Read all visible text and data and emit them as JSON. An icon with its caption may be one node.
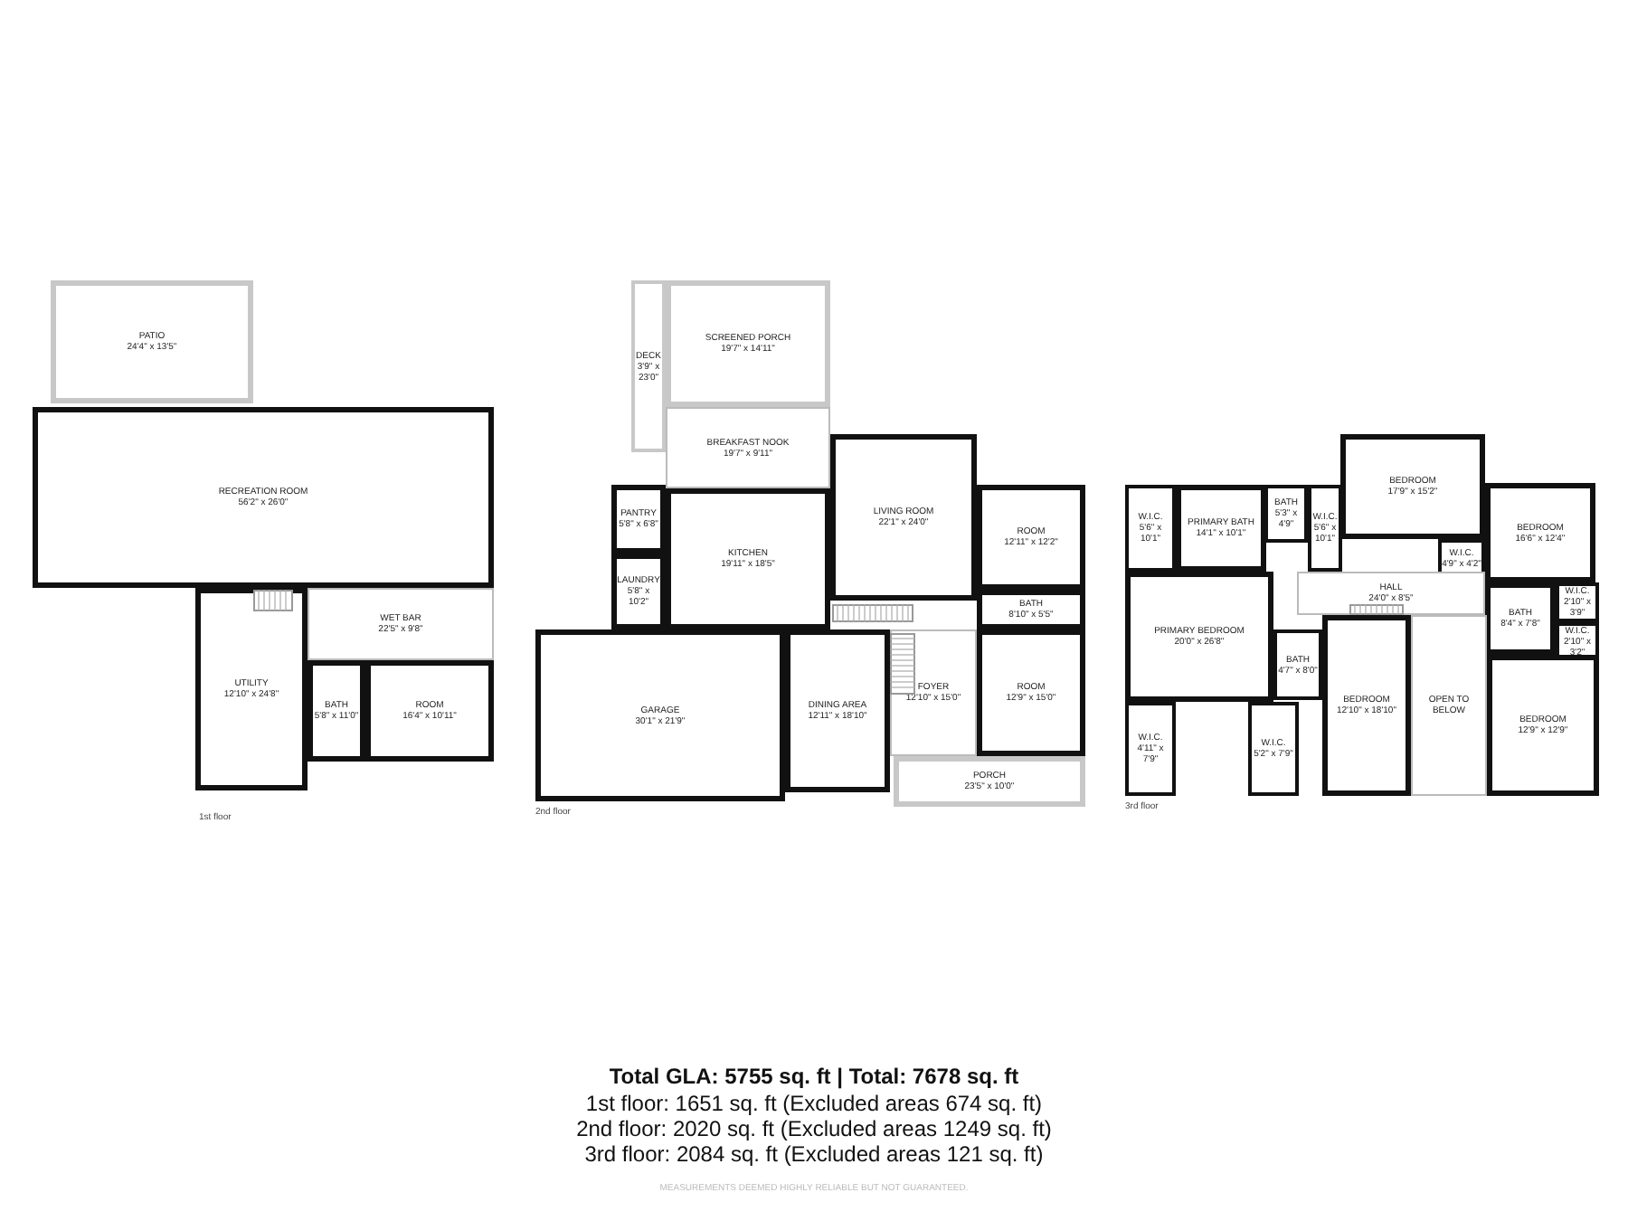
{
  "diagram": {
    "title": "Total GLA: 5755 sq. ft | Total: 7678 sq. ft",
    "nodes": [
      {
        "text": [
          "PATIO",
          "24'4\" x 13'5\""
        ]
      },
      {
        "text": [
          "RECREATION ROOM",
          "56'2\" x 26'0\""
        ]
      },
      {
        "text": [
          "UTILITY",
          "12'10\" x 24'8\""
        ]
      },
      {
        "text": [
          "WET BAR",
          "22'5\" x 9'8\""
        ]
      },
      {
        "text": [
          "BATH",
          "5'8\" x 11'0\""
        ]
      },
      {
        "text": [
          "ROOM",
          "16'4\" x 10'11\""
        ]
      },
      {
        "text": [
          "DECK",
          "3'9\" x 23'0\""
        ]
      },
      {
        "text": [
          "SCREENED PORCH",
          "19'7\" x 14'11\""
        ]
      },
      {
        "text": [
          "BREAKFAST NOOK",
          "19'7\" x 9'11\""
        ]
      },
      {
        "text": [
          "PANTRY",
          "5'8\" x 6'8\""
        ]
      },
      {
        "text": [
          "KITCHEN",
          "19'11\" x 18'5\""
        ]
      },
      {
        "text": [
          "LAUNDRY",
          "5'8\" x 10'2\""
        ]
      },
      {
        "text": [
          "LIVING ROOM",
          "22'1\" x 24'0\""
        ]
      },
      {
        "text": [
          "ROOM",
          "12'11\" x 12'2\""
        ]
      },
      {
        "text": [
          "BATH",
          "8'10\" x 5'5\""
        ]
      },
      {
        "text": [
          "GARAGE",
          "30'1\" x 21'9\""
        ]
      },
      {
        "text": [
          "DINING AREA",
          "12'11\" x 18'10\""
        ]
      },
      {
        "text": [
          "FOYER",
          "12'10\" x 15'0\""
        ]
      },
      {
        "text": [
          "ROOM",
          "12'9\" x 15'0\""
        ]
      },
      {
        "text": [
          "PORCH",
          "23'5\" x 10'0\""
        ]
      },
      {
        "text": [
          "W.I.C.",
          "5'6\" x 10'1\""
        ]
      },
      {
        "text": [
          "PRIMARY BATH",
          "14'1\" x 10'1\""
        ]
      },
      {
        "text": [
          "BATH",
          "5'3\" x 4'9\""
        ]
      },
      {
        "text": [
          "W.I.C.",
          "5'6\" x 10'1\""
        ]
      },
      {
        "text": [
          "BEDROOM",
          "17'9\" x 15'2\""
        ]
      },
      {
        "text": [
          "W.I.C.",
          "4'9\" x 4'2\""
        ]
      },
      {
        "text": [
          "BEDROOM",
          "16'6\" x 12'4\""
        ]
      },
      {
        "text": [
          "HALL",
          "24'0\" x 8'5\""
        ]
      },
      {
        "text": [
          "BATH",
          "8'4\" x 7'8\""
        ]
      },
      {
        "text": [
          "W.I.C.",
          "2'10\" x 3'9\""
        ]
      },
      {
        "text": [
          "W.I.C.",
          "2'10\" x 3'2\""
        ]
      },
      {
        "text": [
          "PRIMARY BEDROOM",
          "20'0\" x 26'8\""
        ]
      },
      {
        "text": [
          "BATH",
          "4'7\" x 8'0\""
        ]
      },
      {
        "text": [
          "BEDROOM",
          "12'10\" x 18'10\""
        ]
      },
      {
        "text": [
          "OPEN TO BELOW"
        ]
      },
      {
        "text": [
          "BEDROOM",
          "12'9\" x 12'9\""
        ]
      },
      {
        "text": [
          "W.I.C.",
          "4'11\" x 7'9\""
        ]
      },
      {
        "text": [
          "W.I.C.",
          "5'2\" x 7'9\""
        ]
      }
    ],
    "labels": [
      "1st floor",
      "2nd floor",
      "3rd floor",
      "1st floor: 1651 sq. ft (Excluded areas 674 sq. ft)",
      "2nd floor: 2020 sq. ft (Excluded areas 1249 sq. ft)",
      "3rd floor: 2084 sq. ft (Excluded areas 121 sq. ft)",
      "MEASUREMENTS DEEMED HIGHLY RELIABLE BUT NOT GUARANTEED."
    ]
  }
}
